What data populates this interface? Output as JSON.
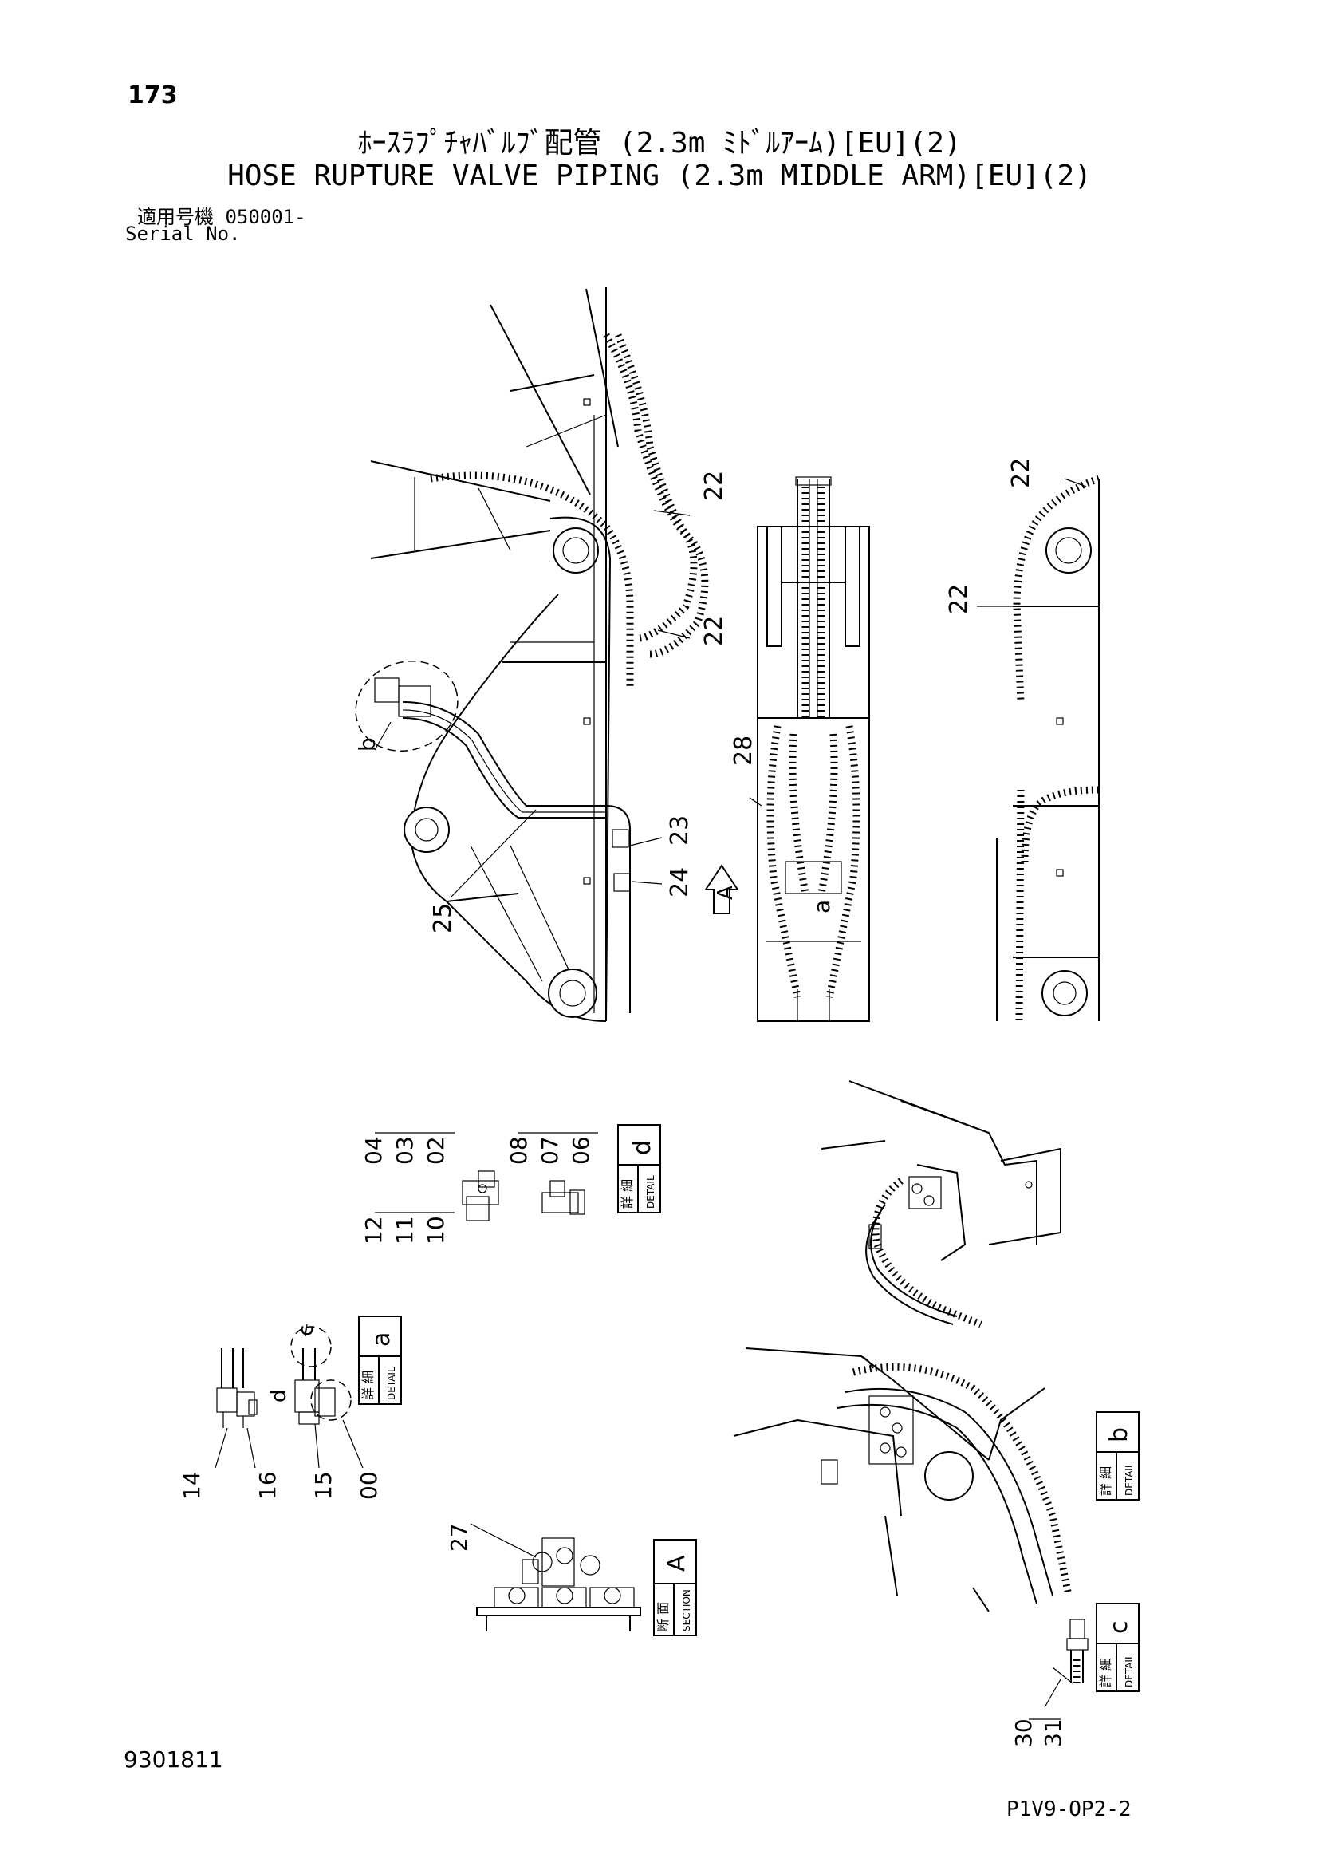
{
  "page": {
    "number": "173",
    "title_jp": "ﾎｰｽﾗﾌﾟﾁｬﾊﾞﾙﾌﾞ配管 (2.3m ﾐﾄﾞﾙｱｰﾑ)[EU](2)",
    "title_en": "HOSE RUPTURE VALVE PIPING (2.3m MIDDLE ARM)[EU](2)",
    "serial_jp": "適用号機  050001-",
    "serial_label": "Serial No.",
    "doc_number": "9301811",
    "part_code": "P1V9-OP2-2"
  },
  "callouts": {
    "main_view": [
      "22",
      "22",
      "23",
      "24",
      "25"
    ],
    "center_view": [
      "28"
    ],
    "right_view": [
      "22",
      "22"
    ],
    "detail_d": [
      "04",
      "03",
      "02",
      "12",
      "11",
      "10",
      "08",
      "07",
      "06"
    ],
    "detail_a": [
      "14",
      "16",
      "15",
      "00"
    ],
    "section_a": [
      "27"
    ],
    "detail_c": [
      "30",
      "31"
    ]
  },
  "view_markers": {
    "a": "a",
    "b": "b",
    "c": "c",
    "d": "d",
    "A": "A"
  },
  "labels": {
    "detail_jp": "詳 細",
    "detail_en": "DETAIL",
    "section_jp": "断 面",
    "section_en": "SECTION",
    "letter_d": "d",
    "letter_a": "a",
    "letter_b": "b",
    "letter_c": "c",
    "letter_A": "A"
  }
}
